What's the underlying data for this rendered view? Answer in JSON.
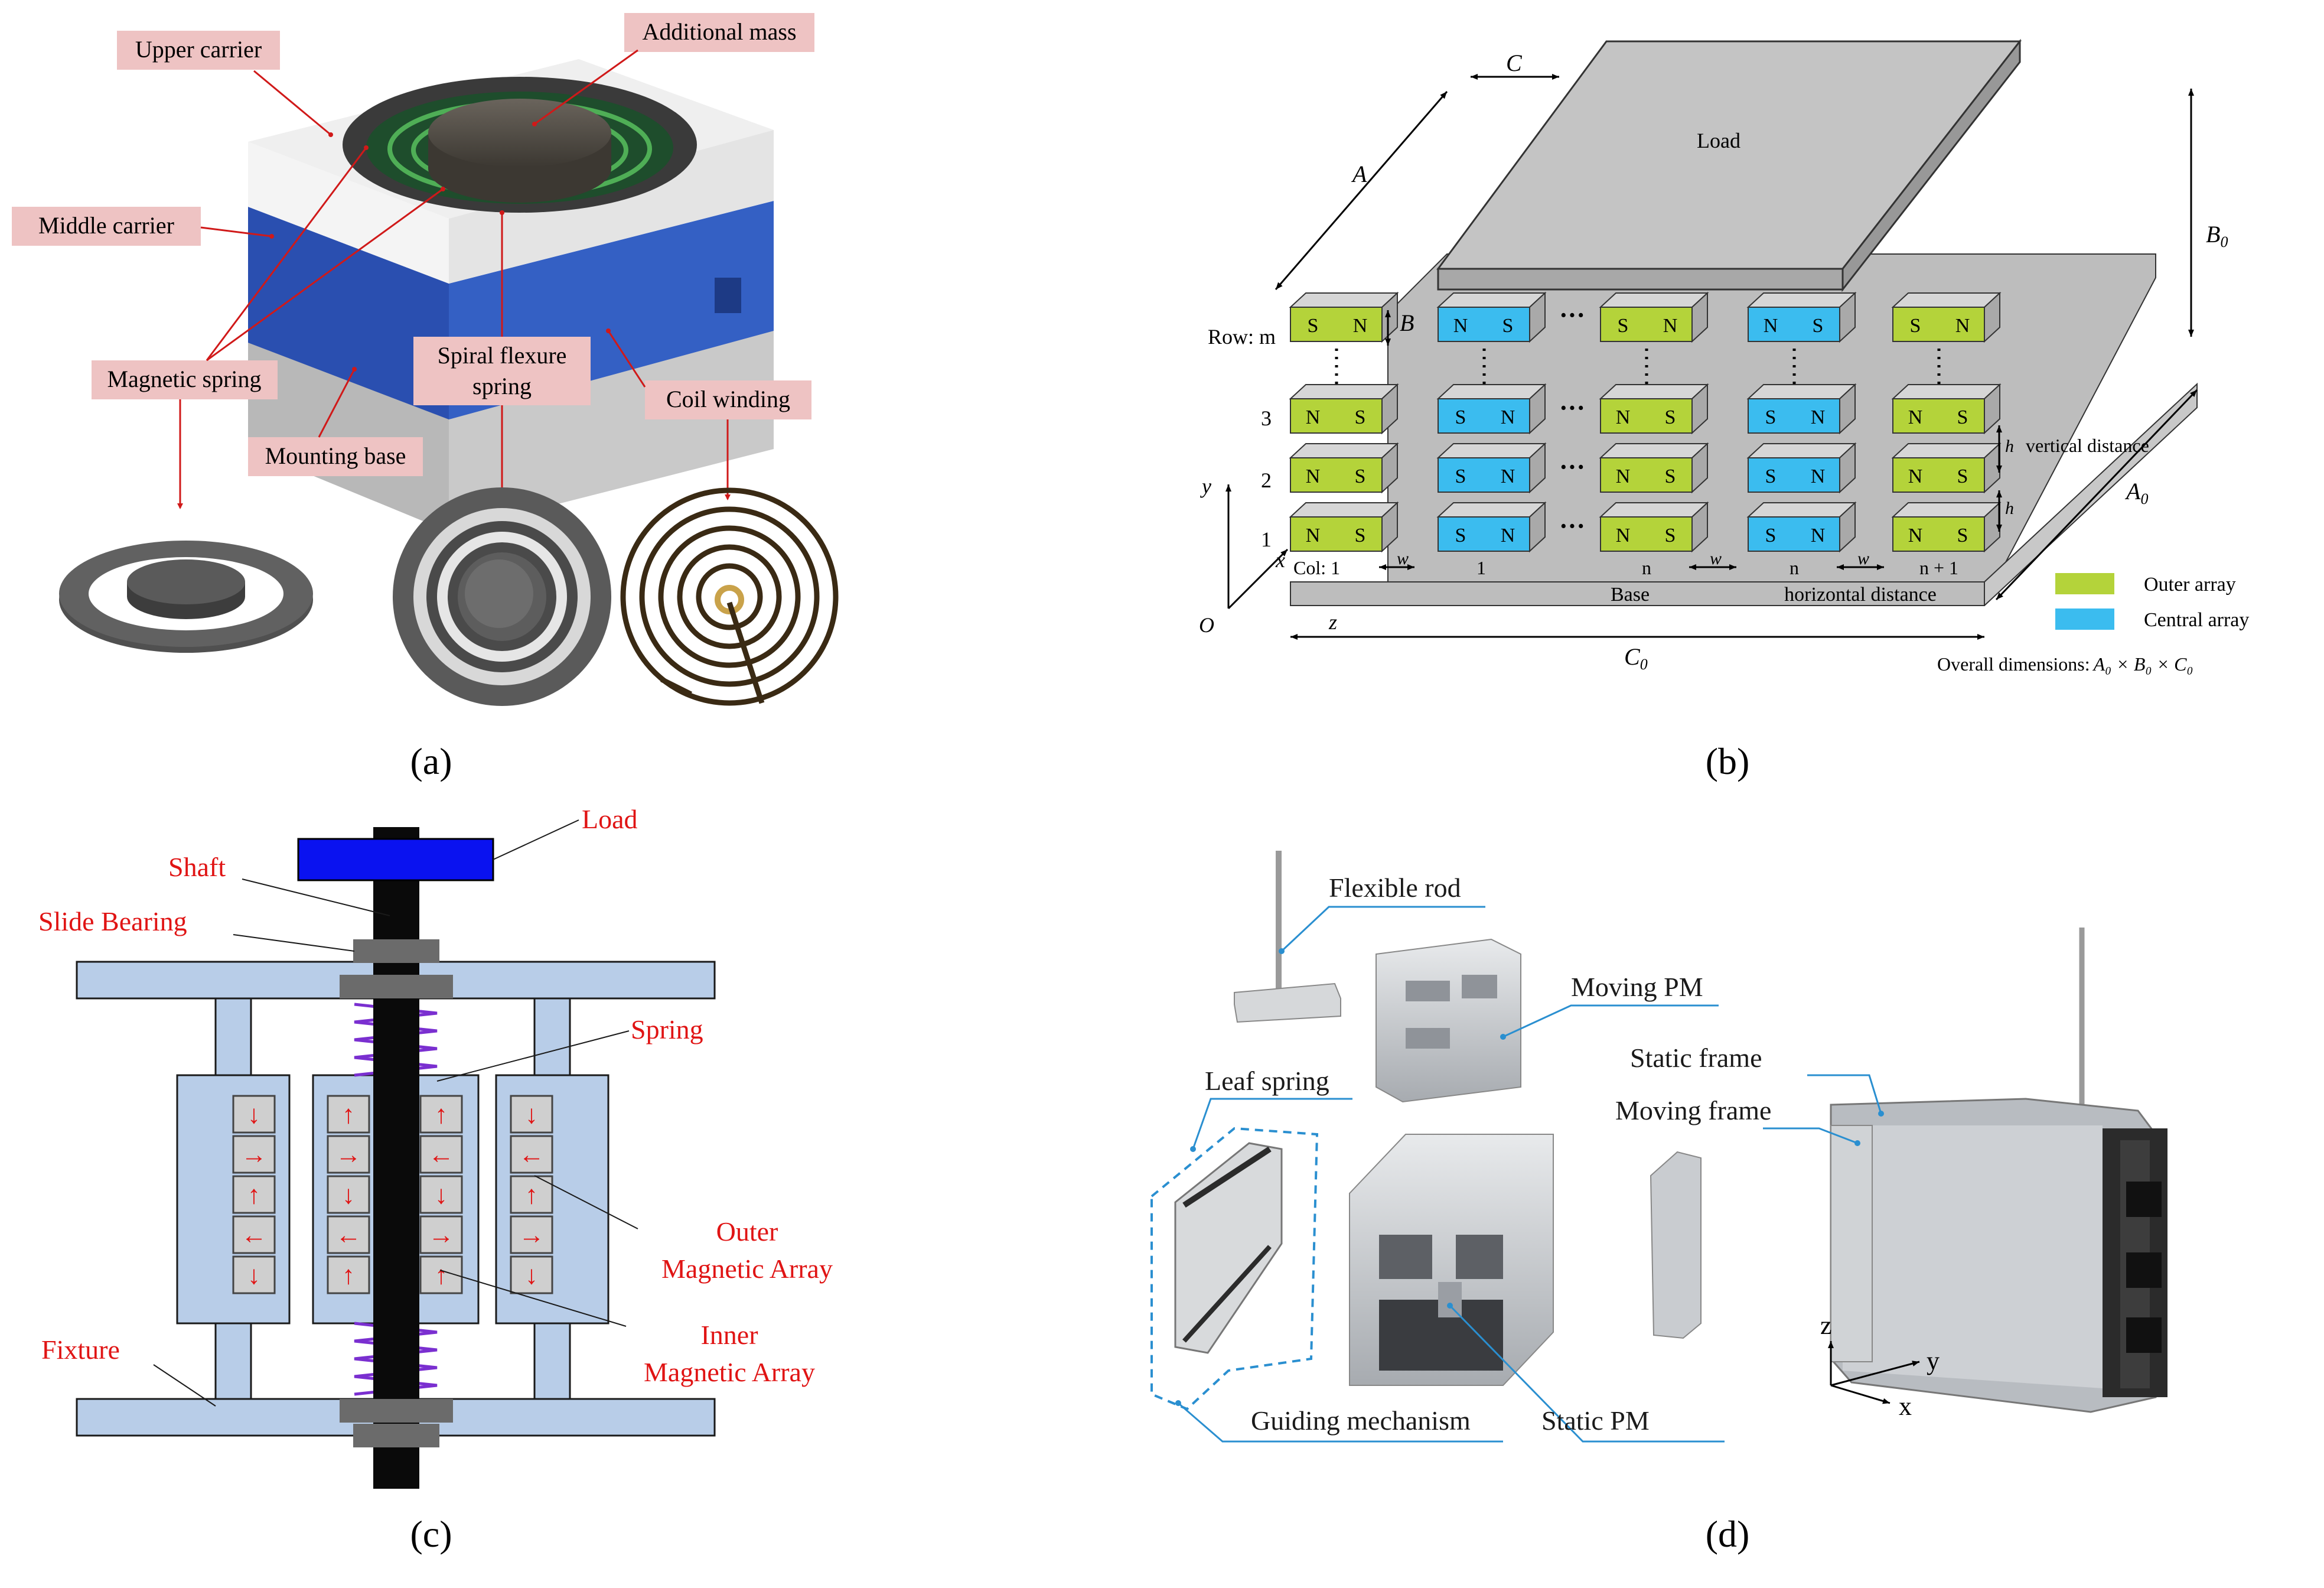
{
  "panel_a": {
    "caption": "(a)",
    "labels": {
      "upper_carrier": "Upper carrier",
      "additional_mass": "Additional mass",
      "middle_carrier": "Middle carrier",
      "magnetic_spring": "Magnetic spring",
      "spiral_line1": "Spiral flexure",
      "spiral_line2": "spring",
      "coil_winding": "Coil winding",
      "mounting_base": "Mounting base"
    },
    "colors": {
      "label_bg": "#eec3c3",
      "middle_carrier": "#2a4fb0",
      "upper_carrier": "#eeeeee",
      "arrow": "#d01919"
    }
  },
  "panel_b": {
    "caption": "(b)",
    "load": "Load",
    "dims": {
      "A": "A",
      "B": "B",
      "C": "C",
      "B0": "B",
      "B0_sub": "0",
      "A0": "A",
      "A0_sub": "0",
      "C0": "C",
      "C0_sub": "0",
      "h": "h",
      "w": "w"
    },
    "rows": {
      "m": "Row: m",
      "r3": "3",
      "r2": "2",
      "r1": "1"
    },
    "cols": {
      "c1": "Col: 1",
      "c2": "1",
      "c3": "n",
      "c4": "n",
      "c5": "n + 1"
    },
    "axes": {
      "x": "x",
      "y": "y",
      "z": "z",
      "o": "O"
    },
    "poles": {
      "n": "N",
      "s": "S"
    },
    "ellipsis": "···",
    "base": "Base",
    "horizontal_distance": "horizontal distance",
    "vertical_distance": "vertical distance",
    "legend": {
      "outer": "Outer array",
      "central": "Central array"
    },
    "overall_prefix": "Overall dimensions:",
    "overall_formula": "A₀ × B₀ × C₀",
    "colors": {
      "outer": "#b4d33a",
      "central": "#3bbcef",
      "gray": "#bdbdbd",
      "load_top": "#c4c4c4"
    }
  },
  "panel_c": {
    "caption": "(c)",
    "labels": {
      "load": "Load",
      "shaft": "Shaft",
      "slide_bearing": "Slide Bearing",
      "spring": "Spring",
      "outer_line1": "Outer",
      "outer_line2": "Magnetic Array",
      "inner_line1": "Inner",
      "inner_line2": "Magnetic Array",
      "fixture": "Fixture"
    },
    "left_arrows": [
      "↓",
      "→",
      "↑",
      "←",
      "↓"
    ],
    "inner_left_arrows": [
      "↑",
      "→",
      "↓",
      "←",
      "↑"
    ],
    "inner_right_arrows": [
      "↑",
      "←",
      "↓",
      "→",
      "↑"
    ],
    "right_arrows": [
      "↓",
      "←",
      "↑",
      "→",
      "↓"
    ],
    "colors": {
      "fixture": "#b8cde8",
      "load": "#0a12f0",
      "shaft": "#0a0a0a",
      "spring": "#7a2fd0",
      "label": "#e01414"
    }
  },
  "panel_d": {
    "caption": "(d)",
    "labels": {
      "flexible_rod": "Flexible rod",
      "moving_pm": "Moving PM",
      "leaf_spring": "Leaf spring",
      "static_frame": "Static frame",
      "moving_frame": "Moving frame",
      "guiding_mechanism": "Guiding mechanism",
      "static_pm": "Static PM"
    },
    "axes": {
      "z": "z",
      "y": "y",
      "x": "x"
    },
    "colors": {
      "leader": "#2a8fd0",
      "metal": "#c9ccd0",
      "dark": "#2b2b2b"
    }
  }
}
